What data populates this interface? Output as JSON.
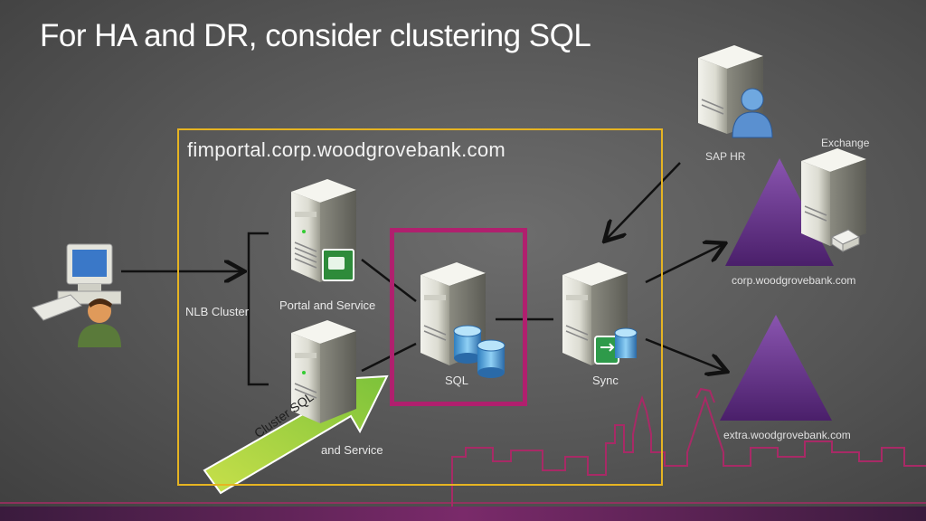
{
  "title": "For HA and DR, consider clustering SQL",
  "domain_label": "fimportal.corp.woodgrovebank.com",
  "nodes": {
    "nlb_cluster": "NLB Cluster",
    "portal_top": "Portal and Service",
    "portal_bottom": "and Service",
    "sql": "SQL",
    "sync": "Sync",
    "sap_hr": "SAP HR",
    "exchange": "Exchange",
    "corp_domain": "corp.woodgrovebank.com",
    "extra_domain": "extra.woodgrovebank.com"
  },
  "callout": "Cluster SQL",
  "colors": {
    "domain_box": "#e6b422",
    "sql_box": "#b0206e",
    "triangle": "#5a2a7a",
    "callout_arrow": "#8cc63f",
    "skyline": "#b0306e"
  },
  "icons": [
    "computer-user-icon",
    "server-icon",
    "database-icon",
    "user-icon",
    "mail-icon",
    "certificate-icon",
    "sync-icon"
  ]
}
